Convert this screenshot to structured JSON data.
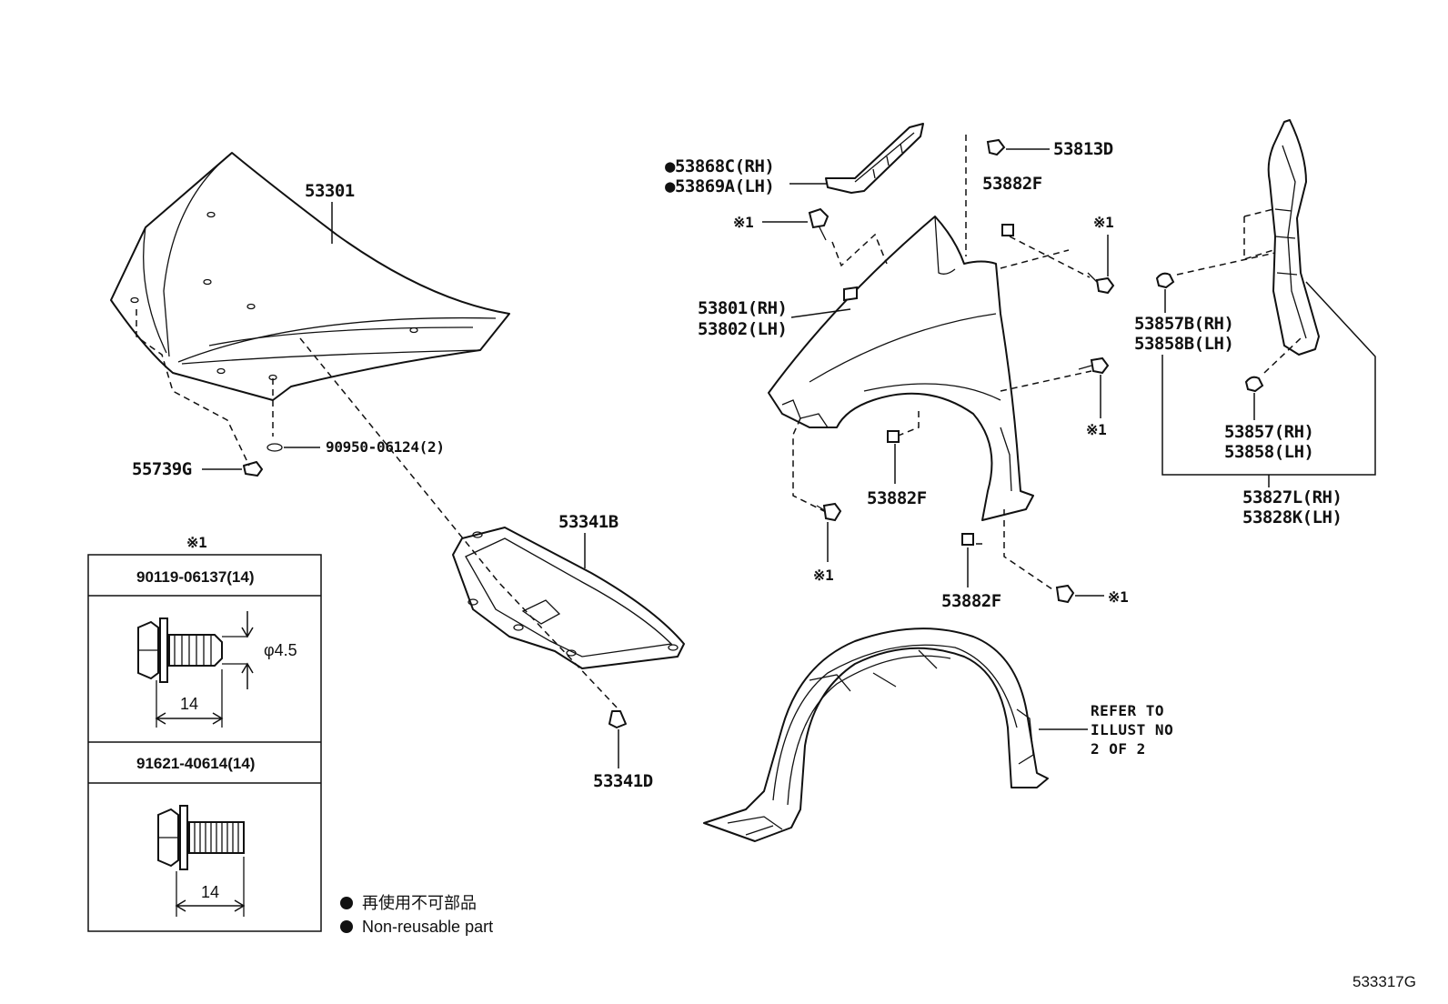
{
  "diagram_code": "533317G",
  "parts": {
    "hood": "53301",
    "hood_cushion": "55739G",
    "hood_clip": "90950-06124(2)",
    "hood_insulator": "53341B",
    "insulator_clip": "53341D",
    "fender_rh": "53801(RH)",
    "fender_lh": "53802(LH)",
    "fender_seal_rh": "●53868C(RH)",
    "fender_seal_lh": "●53869A(LH)",
    "fender_nut_top": "53882F",
    "fender_nut_mid": "53882F",
    "fender_nut_low": "53882F",
    "fender_bolt_upper": "53813D",
    "side_seal_rh": "53827L(RH)",
    "side_seal_lh": "53828K(LH)",
    "seal_clip_a_rh": "53857B(RH)",
    "seal_clip_a_lh": "53858B(LH)",
    "seal_clip_b_rh": "53857(RH)",
    "seal_clip_b_lh": "53858(LH)"
  },
  "marks": {
    "m1_a": "※1",
    "m1_b": "※1",
    "m1_c": "※1",
    "m1_d": "※1",
    "m1_e": "※1"
  },
  "refer_note": {
    "line1": "REFER TO",
    "line2": "ILLUST NO",
    "line3": "2 OF 2"
  },
  "bolt_table": {
    "header_mark": "※1",
    "bolt1_code": "90119-06137(14)",
    "bolt1_diameter": "φ4.5",
    "bolt1_length": "14",
    "bolt2_code": "91621-40614(14)",
    "bolt2_length": "14"
  },
  "legend": {
    "japanese": "再使用不可部品",
    "english": "Non-reusable part"
  }
}
